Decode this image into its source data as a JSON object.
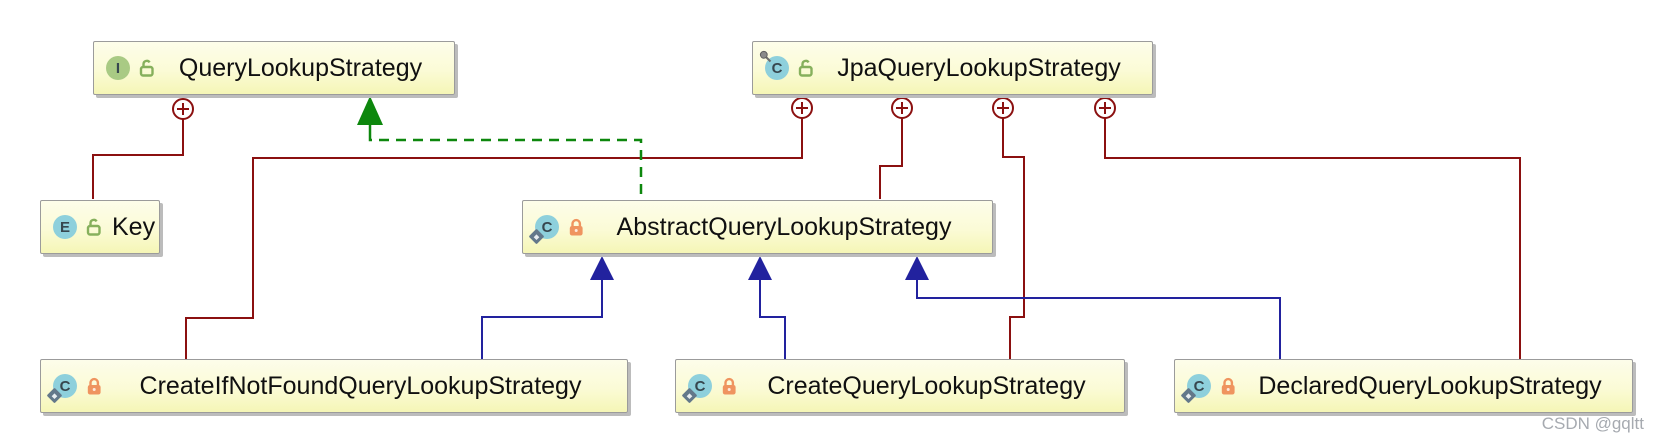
{
  "diagram": {
    "watermark": "CSDN @gqltt",
    "colors": {
      "containment_edge": "#8b1010",
      "extends_edge": "#22229e",
      "implements_edge": "#0d870d",
      "node_border": "#9b9b9b",
      "node_fill_top": "#fdfdea",
      "node_fill_bottom": "#f5f6b6",
      "interface_badge": "#a9ca84",
      "class_badge": "#8ed0dc",
      "public_lock": "#86b05c",
      "private_lock": "#ef945f",
      "watermark_text": "#a6aab0"
    },
    "nodes": [
      {
        "label": "QueryLookupStrategy",
        "kind": "interface",
        "icon_letter": "I",
        "visibility": "public"
      },
      {
        "label": "JpaQueryLookupStrategy",
        "kind": "class",
        "icon_letter": "C",
        "visibility": "public",
        "pinned": true
      },
      {
        "label": "Key",
        "kind": "enum",
        "icon_letter": "E",
        "visibility": "public"
      },
      {
        "label": "AbstractQueryLookupStrategy",
        "kind": "class",
        "icon_letter": "C",
        "visibility": "private",
        "static": true
      },
      {
        "label": "CreateIfNotFoundQueryLookupStrategy",
        "kind": "class",
        "icon_letter": "C",
        "visibility": "private",
        "static": true
      },
      {
        "label": "CreateQueryLookupStrategy",
        "kind": "class",
        "icon_letter": "C",
        "visibility": "private",
        "static": true
      },
      {
        "label": "DeclaredQueryLookupStrategy",
        "kind": "class",
        "icon_letter": "C",
        "visibility": "private",
        "static": true
      }
    ],
    "edges": [
      {
        "from": "QueryLookupStrategy",
        "to": "Key",
        "type": "inner-class",
        "style": "solid",
        "color": "#8b1010"
      },
      {
        "from": "JpaQueryLookupStrategy",
        "to": "CreateIfNotFoundQueryLookupStrategy",
        "type": "inner-class",
        "style": "solid",
        "color": "#8b1010"
      },
      {
        "from": "JpaQueryLookupStrategy",
        "to": "AbstractQueryLookupStrategy",
        "type": "inner-class",
        "style": "solid",
        "color": "#8b1010"
      },
      {
        "from": "JpaQueryLookupStrategy",
        "to": "CreateQueryLookupStrategy",
        "type": "inner-class",
        "style": "solid",
        "color": "#8b1010"
      },
      {
        "from": "JpaQueryLookupStrategy",
        "to": "DeclaredQueryLookupStrategy",
        "type": "inner-class",
        "style": "solid",
        "color": "#8b1010"
      },
      {
        "from": "AbstractQueryLookupStrategy",
        "to": "QueryLookupStrategy",
        "type": "implements",
        "style": "dashed",
        "color": "#0d870d"
      },
      {
        "from": "CreateIfNotFoundQueryLookupStrategy",
        "to": "AbstractQueryLookupStrategy",
        "type": "extends",
        "style": "solid",
        "color": "#22229e"
      },
      {
        "from": "CreateQueryLookupStrategy",
        "to": "AbstractQueryLookupStrategy",
        "type": "extends",
        "style": "solid",
        "color": "#22229e"
      },
      {
        "from": "DeclaredQueryLookupStrategy",
        "to": "AbstractQueryLookupStrategy",
        "type": "extends",
        "style": "solid",
        "color": "#22229e"
      }
    ]
  }
}
